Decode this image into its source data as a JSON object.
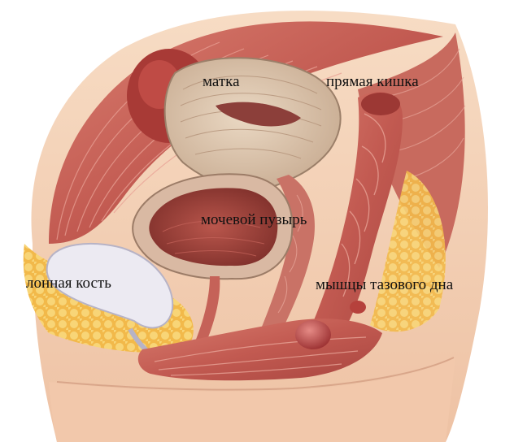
{
  "labels": {
    "uterus": "матка",
    "rectum": "прямая кишка",
    "bladder": "мочевой пузырь",
    "pubic_bone": "лонная кость",
    "pelvic_floor": "мышцы тазового дна"
  },
  "colors": {
    "skin": "#f3d2b6",
    "muscle": "#c9625a",
    "muscle_dark": "#9b3b36",
    "organ_wall": "#d8c1a8",
    "fat": "#f5c95a",
    "bone": "#e8e6ee",
    "background": "#ffffff"
  }
}
